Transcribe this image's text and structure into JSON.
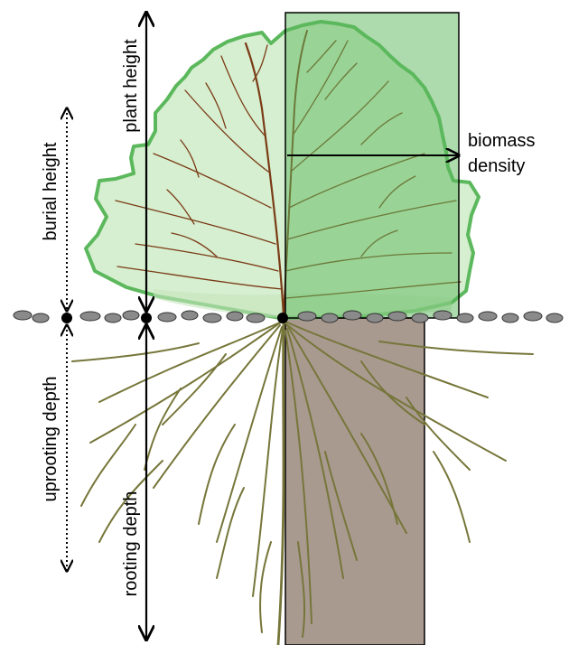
{
  "labels": {
    "plant_height": "plant height",
    "burial_height": "burial height",
    "uprooting_depth": "uprooting depth",
    "rooting_depth": "rooting depth",
    "biomass_line1": "biomass",
    "biomass_line2": "density"
  },
  "colors": {
    "canopy_fill": "#d6efd0",
    "canopy_outline": "#5cb85c",
    "biomass_box": "#5cb85c",
    "branch": "#7a3b16",
    "root": "#76763a",
    "soil_column": "#a99a90",
    "pebble": "#8a8a8a",
    "arrow": "#000000"
  }
}
